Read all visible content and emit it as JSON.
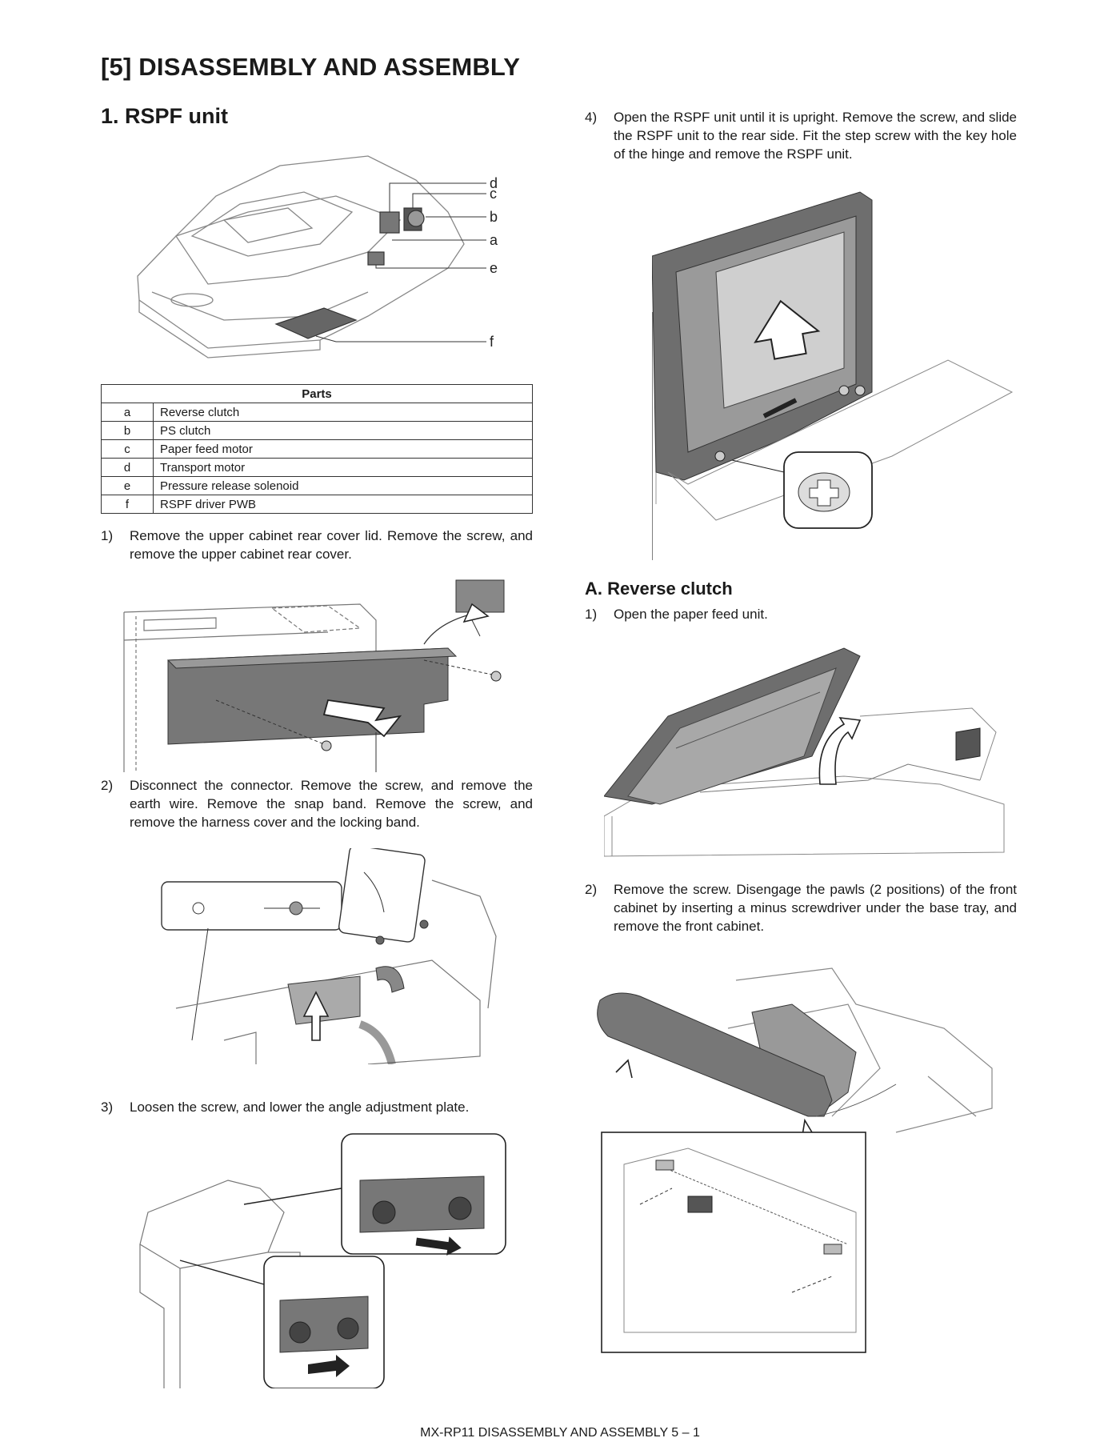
{
  "chapter_title": "[5]   DISASSEMBLY AND ASSEMBLY",
  "section_title": "1.   RSPF unit",
  "figure1_callouts": [
    "d",
    "c",
    "b",
    "a",
    "e",
    "f"
  ],
  "parts_table": {
    "header": "Parts",
    "rows": [
      {
        "key": "a",
        "name": "Reverse clutch"
      },
      {
        "key": "b",
        "name": "PS clutch"
      },
      {
        "key": "c",
        "name": "Paper feed motor"
      },
      {
        "key": "d",
        "name": "Transport motor"
      },
      {
        "key": "e",
        "name": "Pressure release solenoid"
      },
      {
        "key": "f",
        "name": "RSPF driver PWB"
      }
    ]
  },
  "steps_left": [
    {
      "num": "1)",
      "text": "Remove the upper cabinet rear cover lid. Remove the screw, and remove the upper cabinet rear cover."
    },
    {
      "num": "2)",
      "text": "Disconnect the connector. Remove the screw, and remove the earth wire. Remove the snap band. Remove the screw, and remove the harness cover and the locking band."
    },
    {
      "num": "3)",
      "text": "Loosen the screw, and lower the angle adjustment plate."
    }
  ],
  "steps_right": [
    {
      "num": "4)",
      "text": "Open the RSPF unit until it is upright. Remove the screw, and slide the RSPF unit to the rear side. Fit the step screw with the key hole of the hinge and remove the RSPF unit."
    }
  ],
  "subsection_title": "A.  Reverse clutch",
  "steps_sub": [
    {
      "num": "1)",
      "text": "Open the paper feed unit."
    },
    {
      "num": "2)",
      "text": "Remove the screw. Disengage the pawls (2 positions) of the front cabinet by inserting a minus screwdriver under the base tray, and remove the front cabinet."
    }
  ],
  "footer": "MX-RP11  DISASSEMBLY AND ASSEMBLY  5 – 1"
}
